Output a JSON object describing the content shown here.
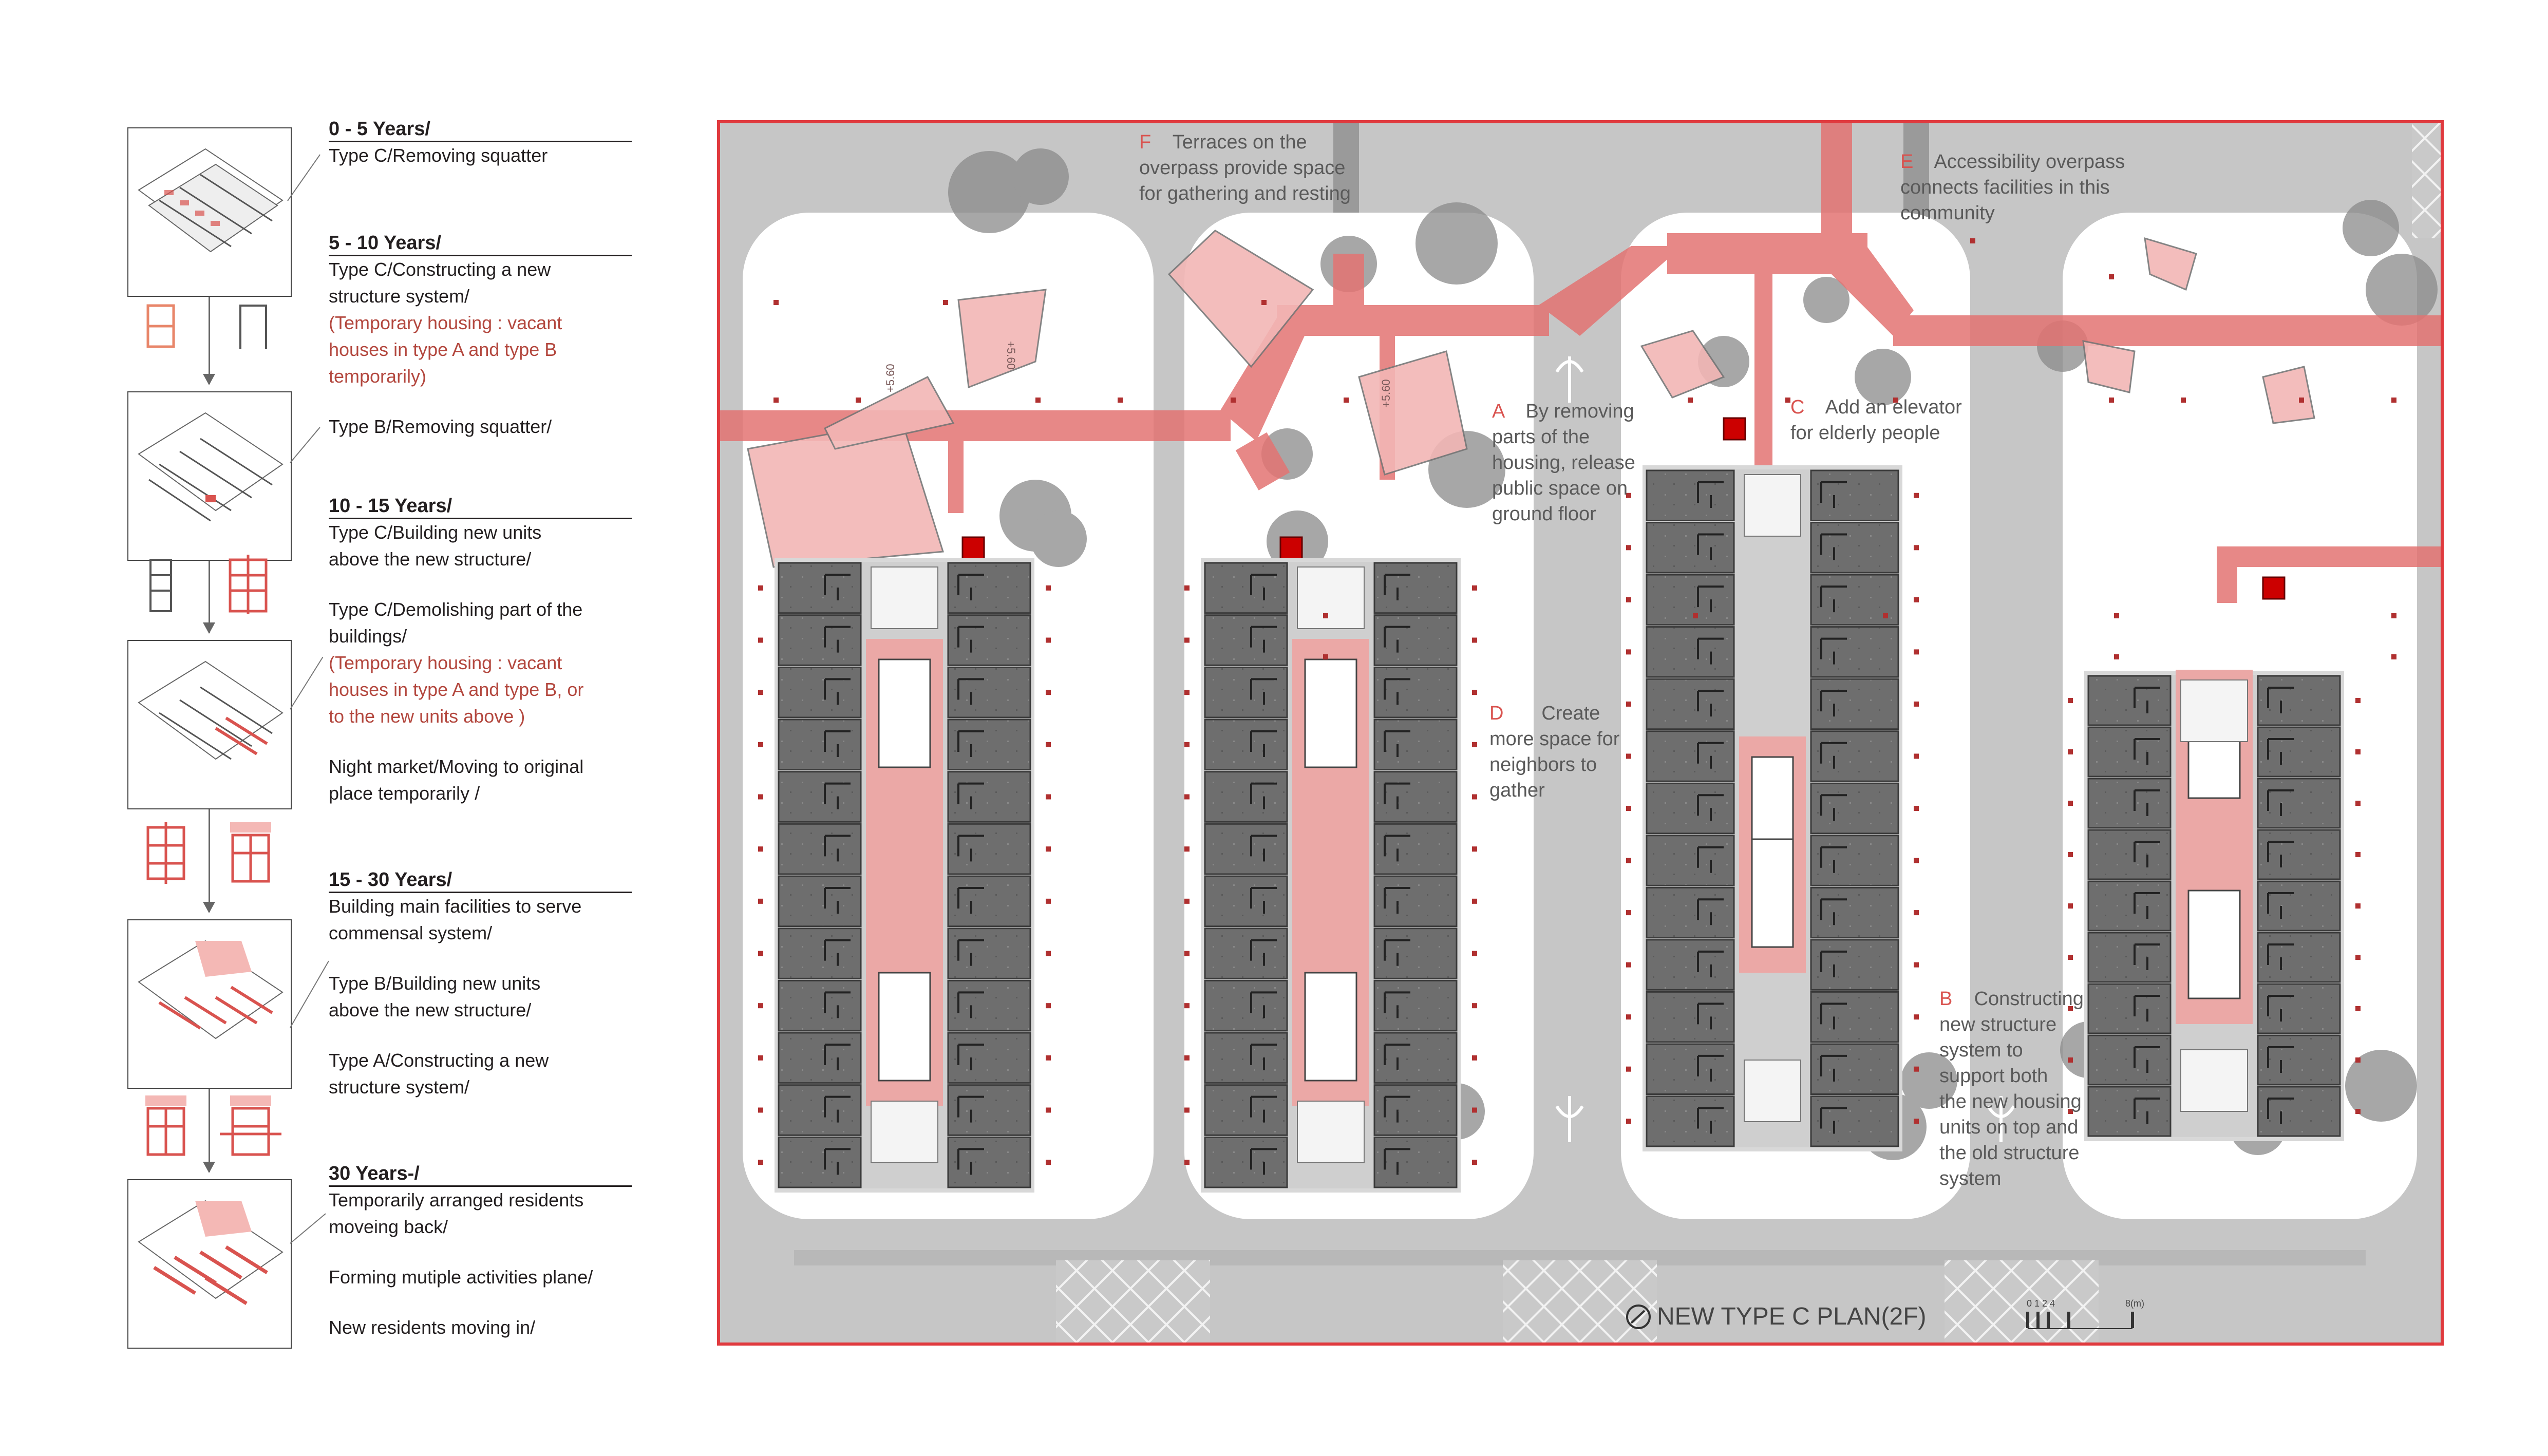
{
  "timeline": [
    {
      "title": "0 - 5 Years/",
      "lines": [
        {
          "t": "Type C/Removing squatter"
        }
      ]
    },
    {
      "title": "5 - 10 Years/",
      "lines": [
        {
          "t": "Type C/Constructing a new"
        },
        {
          "t": "structure system/"
        },
        {
          "t": "(Temporary housing : vacant",
          "red": true
        },
        {
          "t": "houses in type A and type B",
          "red": true
        },
        {
          "t": "temporarily)",
          "red": true
        },
        {
          "gap": true
        },
        {
          "t": "Type B/Removing squatter/"
        }
      ]
    },
    {
      "title": "10 - 15 Years/",
      "lines": [
        {
          "t": "Type C/Building new units"
        },
        {
          "t": "above the new structure/"
        },
        {
          "gap": true
        },
        {
          "t": "Type C/Demolishing part of the"
        },
        {
          "t": "buildings/"
        },
        {
          "t": "(Temporary housing : vacant",
          "red": true
        },
        {
          "t": "houses in type A and type B, or",
          "red": true
        },
        {
          "t": "to the new units above )",
          "red": true
        },
        {
          "gap": true
        },
        {
          "t": "Night market/Moving to original"
        },
        {
          "t": "place temporarily /"
        }
      ]
    },
    {
      "title": "15 - 30 Years/",
      "lines": [
        {
          "t": "Building main facilities to serve"
        },
        {
          "t": "commensal system/"
        },
        {
          "gap": true
        },
        {
          "t": "Type B/Building new units"
        },
        {
          "t": "above the new structure/"
        },
        {
          "gap": true
        },
        {
          "t": "Type A/Constructing a new"
        },
        {
          "t": "structure system/"
        }
      ]
    },
    {
      "title": "30 Years-/",
      "lines": [
        {
          "t": "Temporarily arranged residents"
        },
        {
          "t": "moveing back/"
        },
        {
          "gap": true
        },
        {
          "t": "Forming mutiple activities plane/"
        },
        {
          "gap": true
        },
        {
          "t": "New residents moving in/"
        }
      ]
    }
  ],
  "annotations": {
    "F": {
      "key": "F",
      "l1": "Terraces on the",
      "l2": "overpass provide space",
      "l3": "for gathering and resting"
    },
    "E": {
      "key": "E",
      "l1": "Accessibility overpass",
      "l2": "connects facilities in this",
      "l3": "community"
    },
    "A": {
      "key": "A",
      "l1": "By removing",
      "l2": "parts of the",
      "l3": "housing, release",
      "l4": "public space on",
      "l5": "ground floor"
    },
    "C": {
      "key": "C",
      "l1": "Add an elevator",
      "l2": "for elderly people"
    },
    "D": {
      "key": "D",
      "l1": "Create",
      "l2": "more space for",
      "l3": "neighbors to",
      "l4": "gather"
    },
    "B": {
      "key": "B",
      "l1": "Constructing",
      "l2": "new structure",
      "l3": "system to",
      "l4": "support both",
      "l5": "the new housing",
      "l6": "units on top and",
      "l7": "the old structure",
      "l8": "system"
    }
  },
  "plan_title": "NEW TYPE C PLAN(2F)",
  "scale": {
    "ticks": "0 1 2  4",
    "end": "8(m)"
  },
  "building_labels": [
    "+5.60",
    "+5.60",
    "+5.60"
  ],
  "colors": {
    "accent": "#d9534f",
    "frame": "#e03a3e",
    "ground": "#c8c8c8",
    "block": "#6d6d6d",
    "void": "#ffffff"
  }
}
